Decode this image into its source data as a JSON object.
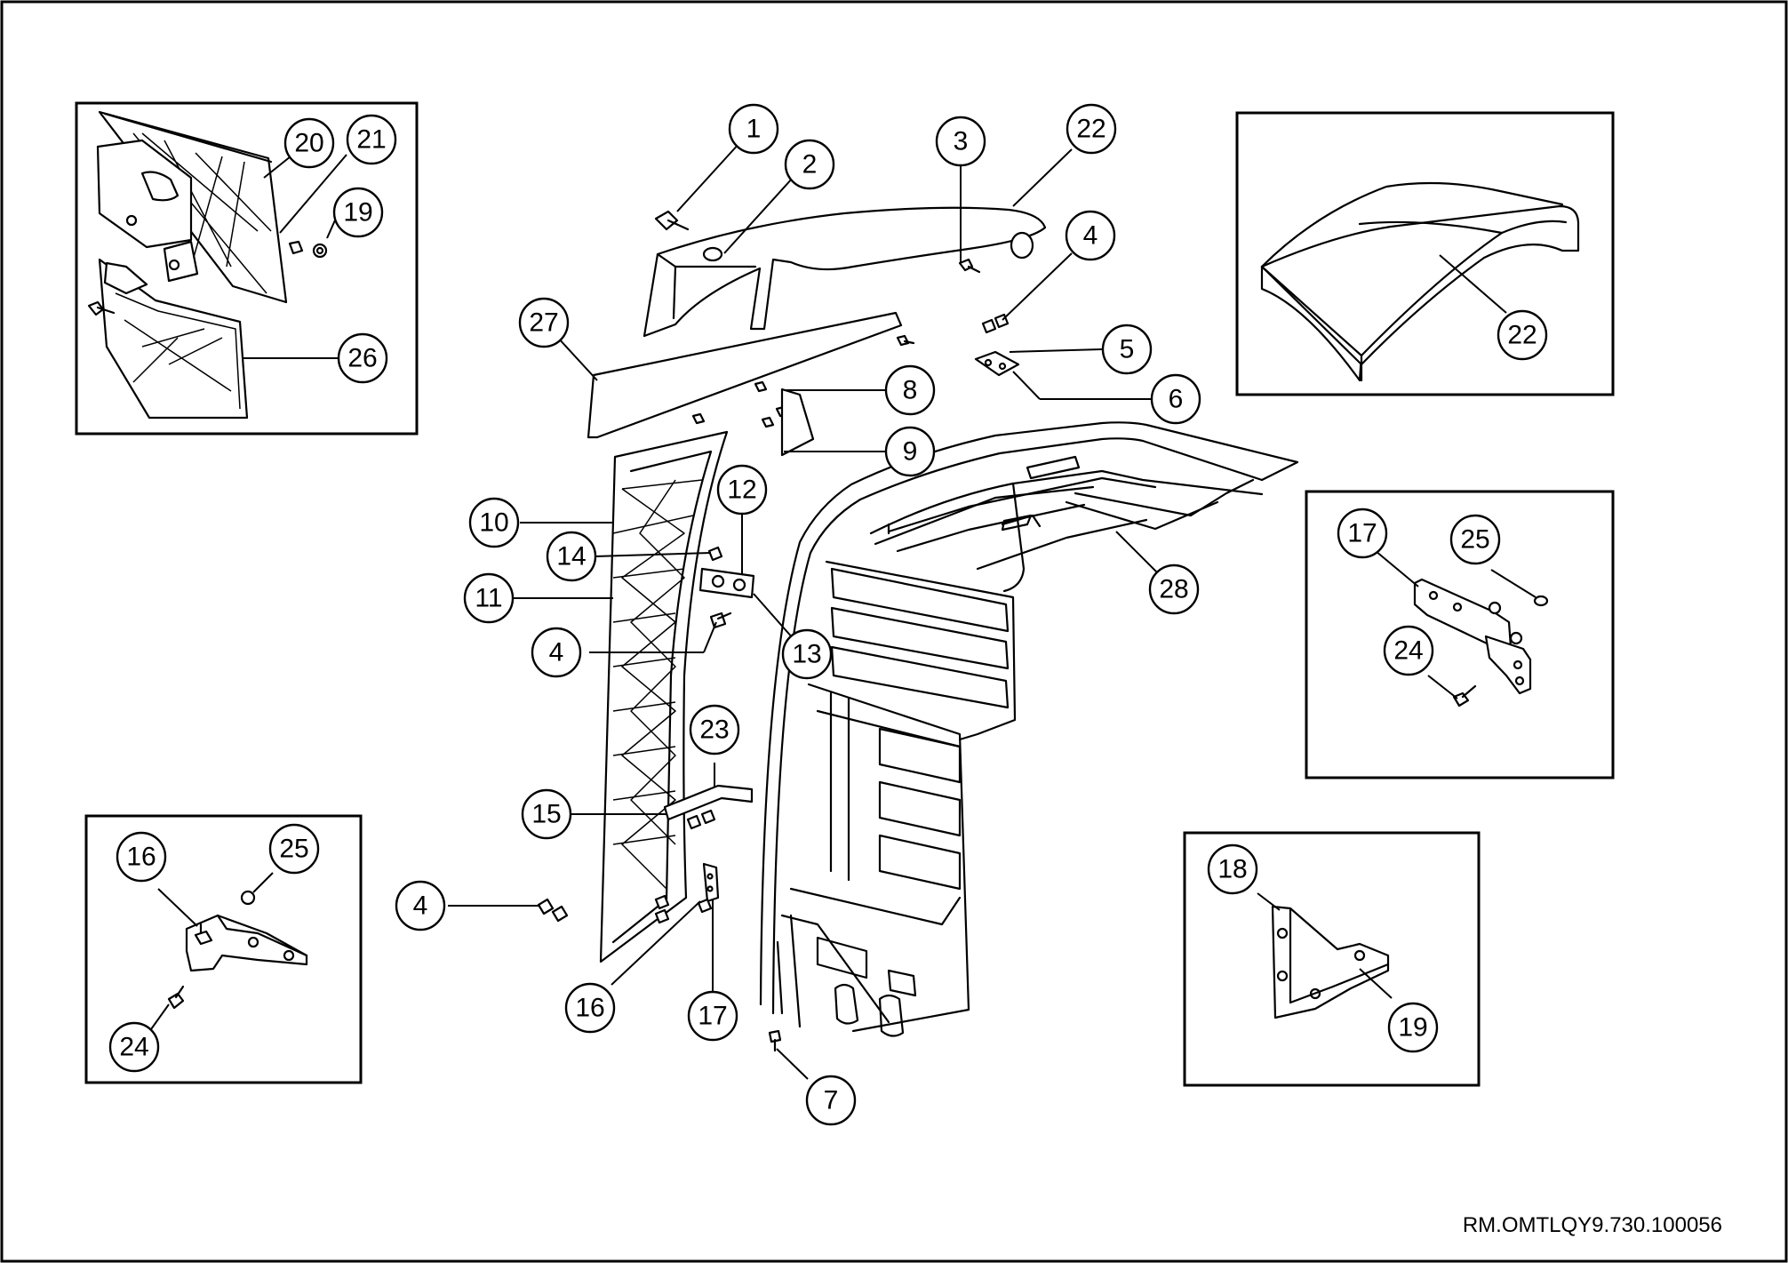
{
  "document_code": "RM.OMTLQY9.730.100056",
  "callouts": {
    "c1": "1",
    "c2": "2",
    "c3": "3",
    "c22a": "22",
    "c4a": "4",
    "c27": "27",
    "c5": "5",
    "c6": "6",
    "c8": "8",
    "c9": "9",
    "c12": "12",
    "c10": "10",
    "c14": "14",
    "c11": "11",
    "c13": "13",
    "c4b": "4",
    "c28": "28",
    "c23": "23",
    "c15": "15",
    "c4c": "4",
    "c16a": "16",
    "c17a": "17",
    "c7": "7",
    "d1_20": "20",
    "d1_21": "21",
    "d1_19": "19",
    "d1_26": "26",
    "d2_22": "22",
    "d3_17": "17",
    "d3_25": "25",
    "d3_24": "24",
    "d4_16": "16",
    "d4_25": "25",
    "d4_24": "24",
    "d5_18": "18",
    "d5_19": "19"
  }
}
